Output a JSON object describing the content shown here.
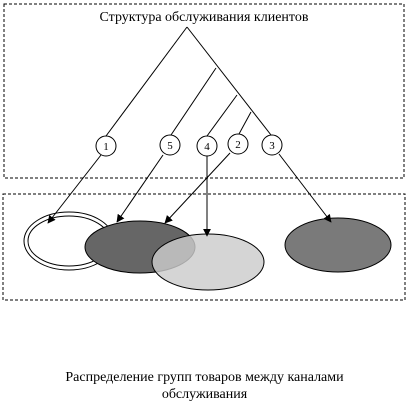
{
  "diagram": {
    "title": "Структура обслуживания клиентов",
    "nodes": [
      {
        "id": "n1",
        "label": "1"
      },
      {
        "id": "n5",
        "label": "5"
      },
      {
        "id": "n4",
        "label": "4"
      },
      {
        "id": "n2",
        "label": "2"
      },
      {
        "id": "n3",
        "label": "3"
      }
    ],
    "caption_line1": "Распределение групп товаров между каналами",
    "caption_line2": "обслуживания"
  }
}
